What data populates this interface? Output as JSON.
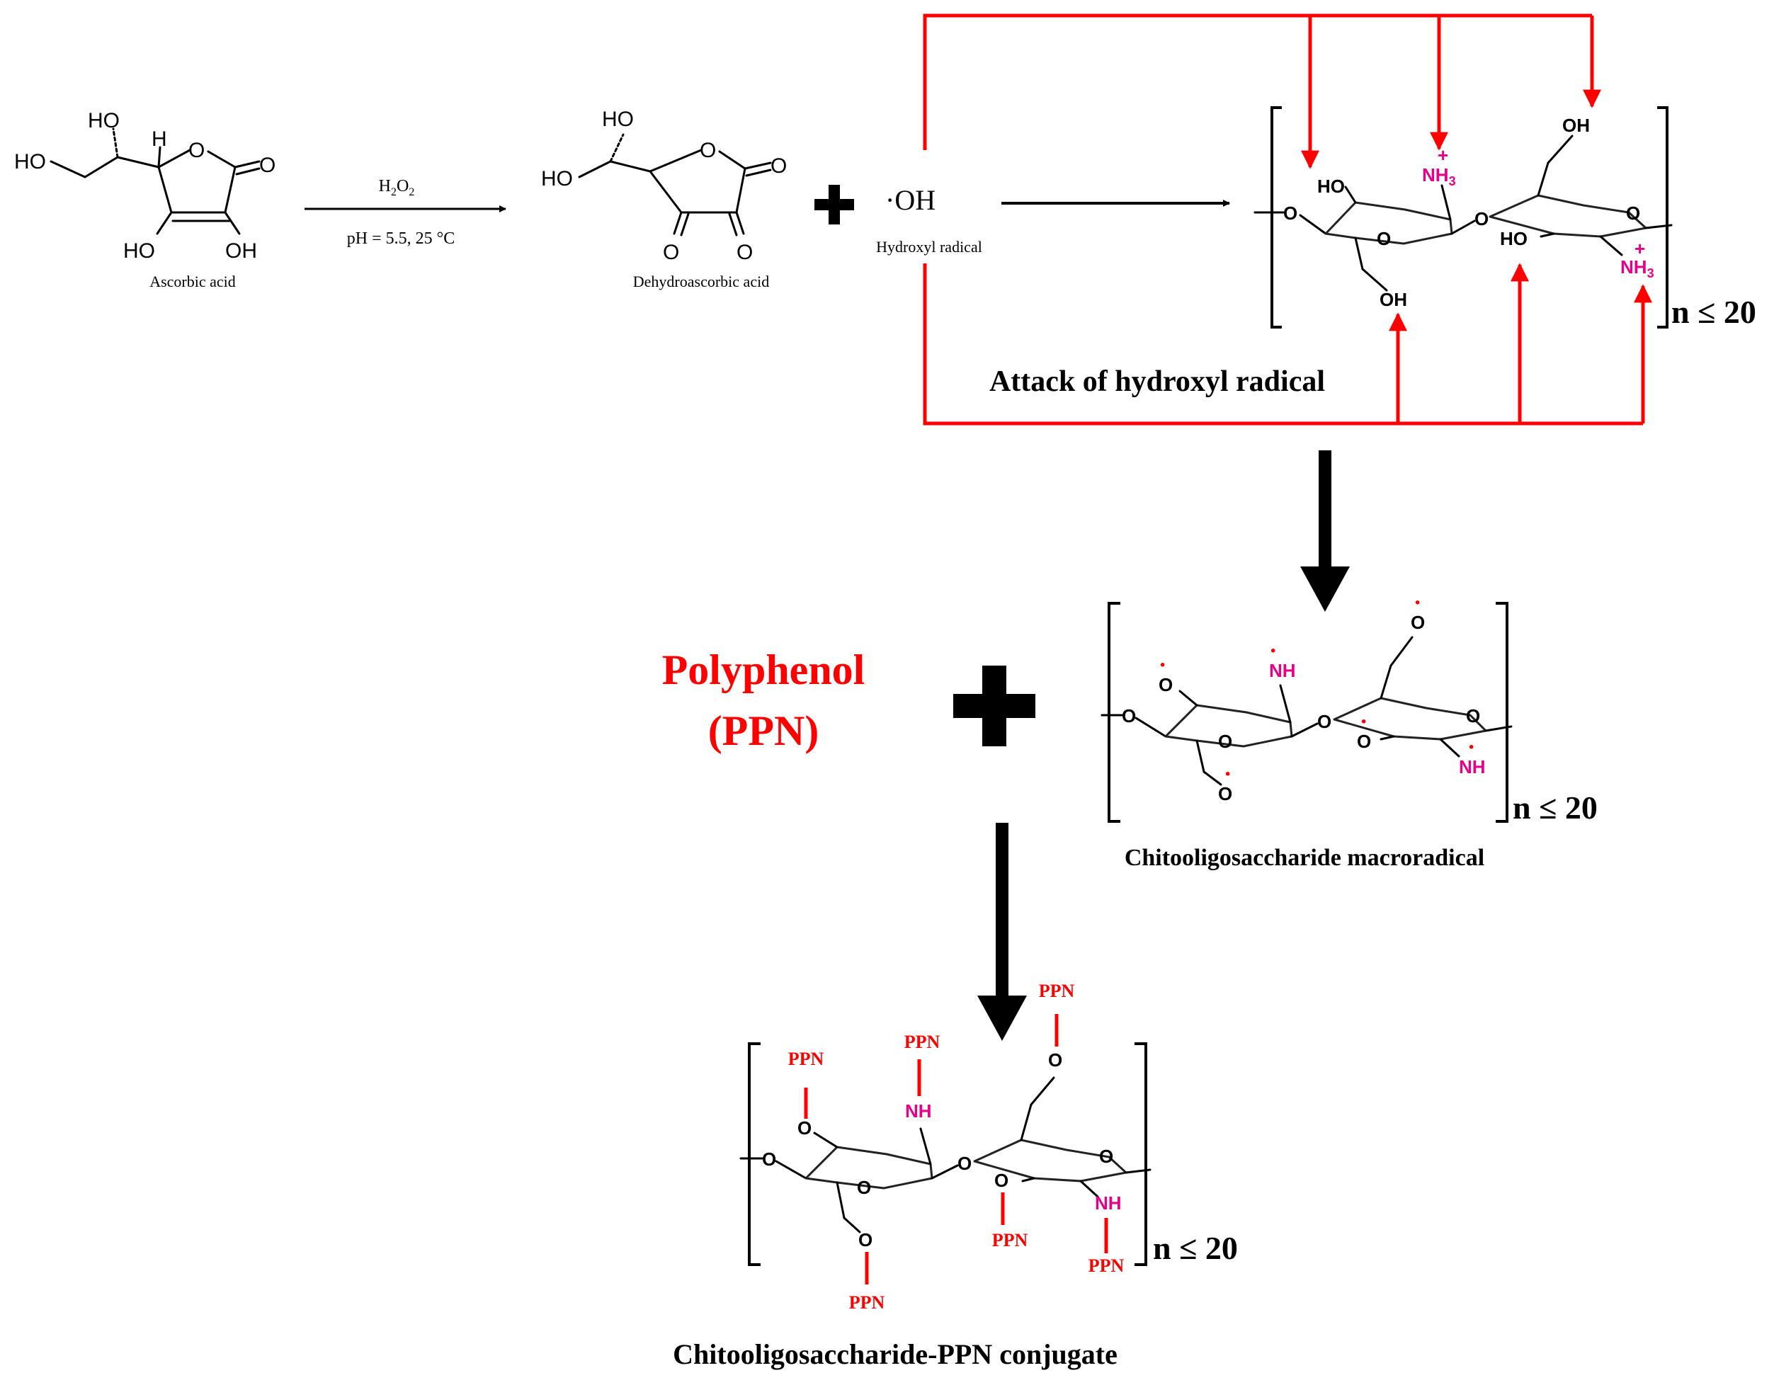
{
  "colors": {
    "accent": "#ff0000",
    "amine": "#e6008a",
    "ink": "#000000"
  },
  "reactants": {
    "ascorbic_acid": "Ascorbic acid",
    "dehydroascorbic_acid": "Dehydroascorbic acid",
    "hydroxyl_radical_symbol": "·OH",
    "hydroxyl_radical_name": "Hydroxyl radical"
  },
  "conditions": {
    "reagent": "H2O2",
    "reagent_main": "H",
    "reagent_sub1": "2",
    "reagent_mid": "O",
    "reagent_sub2": "2",
    "ph_temp": "pH = 5.5, 25 °C"
  },
  "atoms": {
    "HO": "HO",
    "OH": "OH",
    "H": "H",
    "O": "O",
    "NH": "NH",
    "NH3": "NH",
    "three": "3",
    "plus": "+",
    "radical_dot": "·"
  },
  "attack_label": "Attack of hydroxyl radical",
  "repeat_label": "n ≤ 20",
  "polyphenol": {
    "name": "Polyphenol",
    "abbr": "(PPN)",
    "tag": "PPN"
  },
  "macroradical_label": "Chitooligosaccharide macroradical",
  "conjugate_label": "Chitooligosaccharide-PPN conjugate"
}
